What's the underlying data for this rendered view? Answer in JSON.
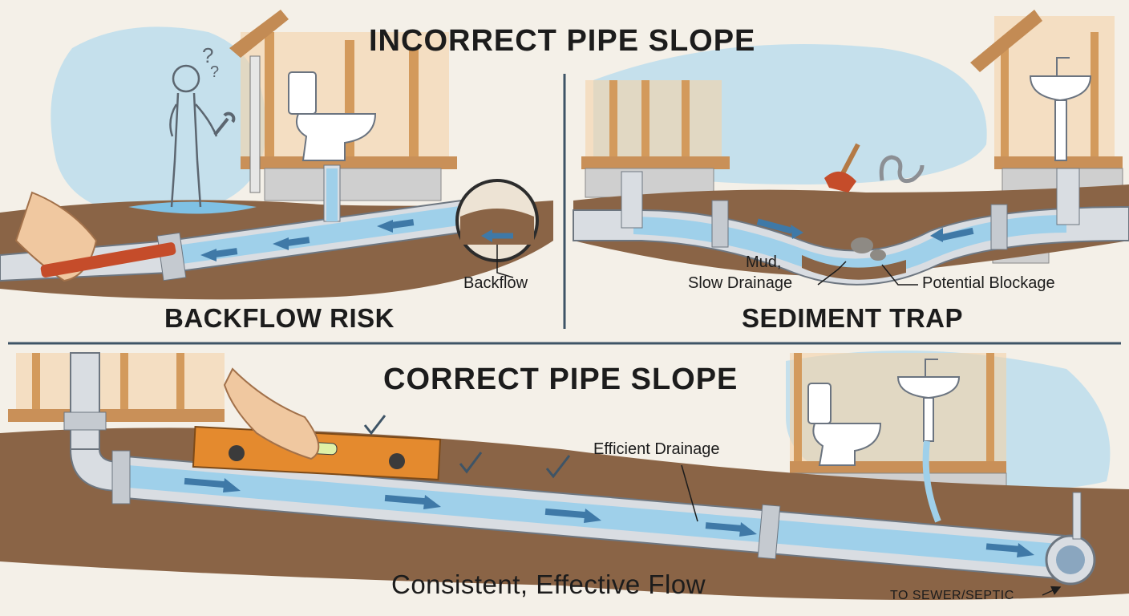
{
  "panels": {
    "incorrect": {
      "title": "INCORRECT PIPE SLOPE",
      "backflow": {
        "caption": "BACKFLOW RISK",
        "callout": "Backflow"
      },
      "sediment": {
        "caption": "SEDIMENT TRAP",
        "callout_mud_line1": "Mud,",
        "callout_mud_line2": "Slow Drainage",
        "callout_blockage": "Potential Blockage"
      }
    },
    "correct": {
      "title": "CORRECT PIPE SLOPE",
      "callout_drainage": "Efficient Drainage",
      "caption": "Consistent, Effective Flow",
      "outlet_label": "TO SEWER/SEPTIC"
    }
  },
  "icons": [
    "confused-person-icon",
    "wrench-icon",
    "pipe-wrench-icon",
    "toilet-icon",
    "sink-icon",
    "plunger-icon",
    "drain-snake-icon",
    "spirit-level-icon",
    "checkmark-icon",
    "flow-arrow-icon"
  ],
  "colors": {
    "water": "#9fd0ea",
    "pipe": "#d9dde2",
    "soil": "#8a6446",
    "wood": "#e2a86a",
    "sky": "#b9dcec",
    "divider": "#3e5466"
  }
}
